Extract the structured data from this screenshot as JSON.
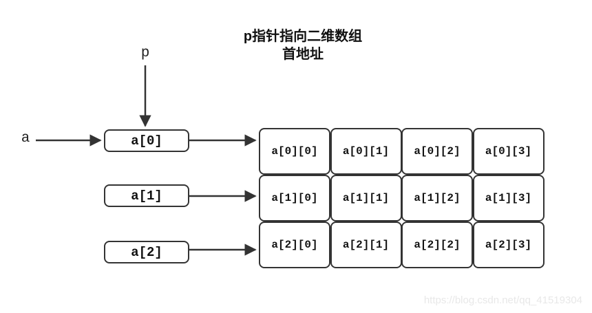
{
  "title": {
    "line1": "p指针指向二维数组",
    "line2": "首地址"
  },
  "pointer_label": "p",
  "array_label": "a",
  "row_pointers": [
    "a[0]",
    "a[1]",
    "a[2]"
  ],
  "grid": {
    "rows": 3,
    "cols": 4,
    "cells": [
      [
        "a[0][0]",
        "a[0][1]",
        "a[0][2]",
        "a[0][3]"
      ],
      [
        "a[1][0]",
        "a[1][1]",
        "a[1][2]",
        "a[1][3]"
      ],
      [
        "a[2][0]",
        "a[2][1]",
        "a[2][2]",
        "a[2][3]"
      ]
    ]
  },
  "watermark": "https://blog.csdn.net/qq_41519304",
  "colors": {
    "line": "#333333",
    "text": "#111111",
    "watermark": "#e8e8e8",
    "background": "#ffffff"
  }
}
